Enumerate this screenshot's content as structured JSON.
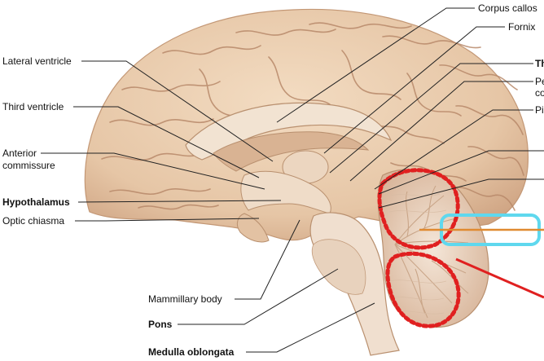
{
  "labels": {
    "lateral_ventricle": "Lateral ventricle",
    "third_ventricle": "Third ventricle",
    "anterior_commissure_1": "Anterior",
    "anterior_commissure_2": "commissure",
    "hypothalamus": "Hypothalamus",
    "optic_chiasma": "Optic chiasma",
    "mammillary_body": "Mammillary body",
    "pons": "Pons",
    "medulla_oblongata": "Medulla oblongata",
    "corpus_callosum_partial": "Corpus callos",
    "fornix": "Fornix",
    "right_label_th": "Th",
    "right_label_pe": "Pe",
    "right_label_co": "co",
    "right_label_pi": "Pi"
  },
  "colors": {
    "brain_fill": "#e9cdb0",
    "brain_shade": "#d4ad8c",
    "sulcus": "#b88c6c",
    "white_matter": "#f1e2d0",
    "cerebellum_highlight": "#e02020",
    "cyan_box": "#5fd8ee",
    "orange_line": "#e08a30",
    "leader_line": "#222222"
  }
}
